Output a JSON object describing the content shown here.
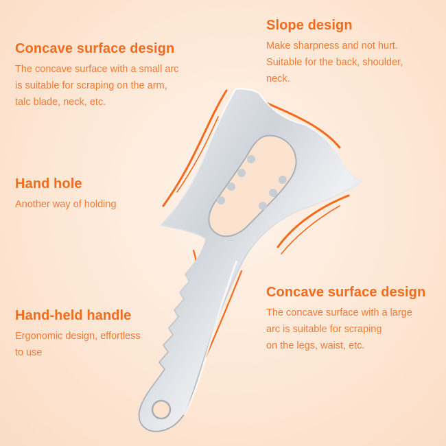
{
  "features": {
    "concave_small": {
      "title": "Concave surface design",
      "lines": [
        "The concave surface with a small arc",
        "is suitable for scraping on the arm,",
        "talc blade, neck, etc."
      ]
    },
    "slope": {
      "title": "Slope design",
      "lines": [
        "Make sharpness and not hurt.",
        "Suitable for the back, shoulder,",
        "neck."
      ]
    },
    "hand_hole": {
      "title": "Hand hole",
      "lines": [
        "Another way of holding"
      ]
    },
    "handle": {
      "title": "Hand-held handle",
      "lines": [
        "Ergonomic design, effortless",
        "to use"
      ]
    },
    "concave_large": {
      "title": "Concave surface design",
      "lines": [
        "The concave surface with a large",
        "arc is suitable for scraping",
        "on the legs, waist, etc."
      ]
    }
  },
  "colors": {
    "accent": "#f26a1c",
    "body_text": "#ef7a35",
    "background": "#fde7d5",
    "steel": "#d9dde2"
  },
  "product": {
    "illustration": "stainless-steel-gua-sha-scraper"
  }
}
